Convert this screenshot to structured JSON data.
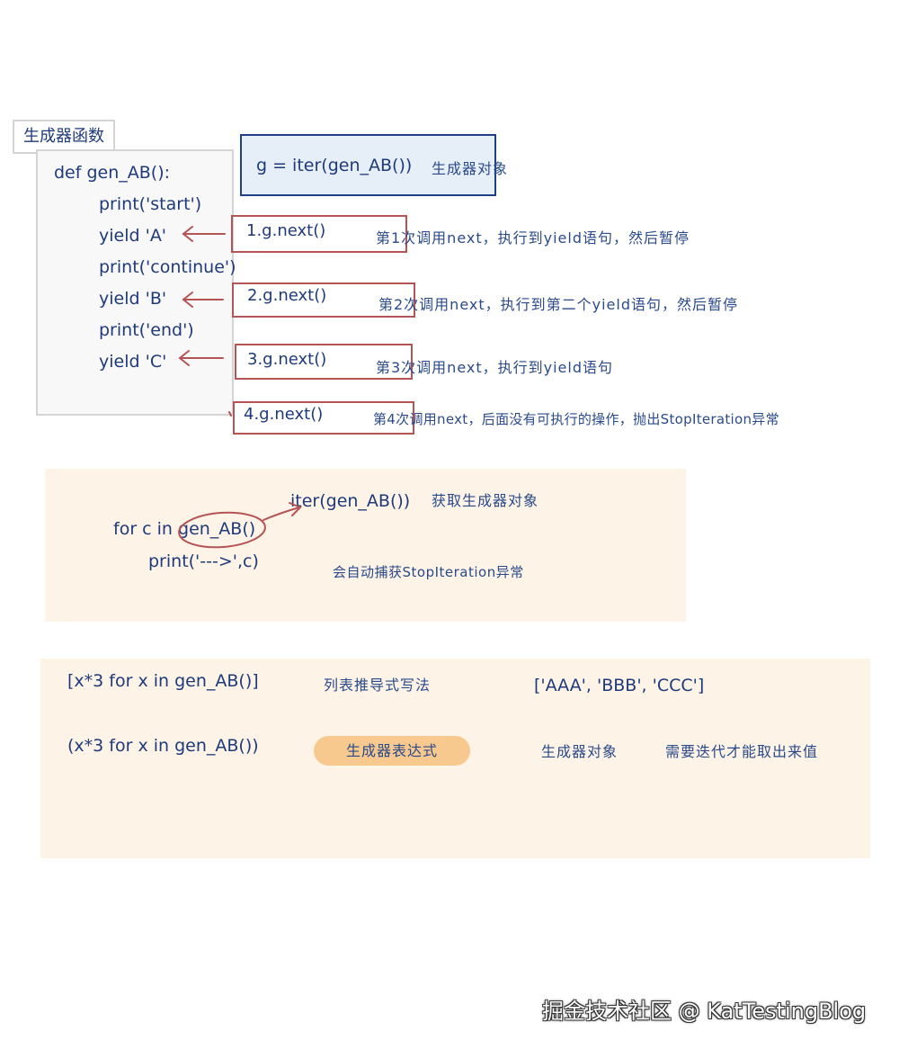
{
  "generator_label": "生成器函数",
  "code_lines": [
    "def gen_AB():",
    "print('start')",
    "yield 'A'",
    "print('continue')",
    "yield 'B'",
    "print('end')",
    "yield 'C'"
  ],
  "iter_expr": "g = iter(gen_AB())",
  "iter_note": "生成器对象",
  "calls": [
    {
      "label": "1.g.next()",
      "note": "第1次调用next，执行到yield语句，然后暂停"
    },
    {
      "label": "2.g.next()",
      "note": "第2次调用next，执行到第二个yield语句，然后暂停"
    },
    {
      "label": "3.g.next()",
      "note": "第3次调用next，执行到yield语句"
    },
    {
      "label": "4.g.next()",
      "note": "第4次调用next，后面没有可执行的操作，抛出StopIteration异常"
    }
  ],
  "for_loop": {
    "line1": "for c in gen_AB()",
    "line2": "print('--->',c)",
    "iter_expr": "iter(gen_AB())",
    "iter_note": "获取生成器对象",
    "auto_note": "会自动捕获StopIteration异常"
  },
  "comprehension": {
    "list_expr": "[x*3 for x in gen_AB()]",
    "list_note": "列表推导式写法",
    "list_result": "['AAA', 'BBB', 'CCC']",
    "gen_expr": "(x*3 for x in gen_AB())",
    "gen_pill": "生成器表达式",
    "gen_note": "生成器对象",
    "gen_note2": "需要迭代才能取出来值"
  },
  "watermark": "掘金技术社区 @ KatTestingBlog",
  "colors": {
    "code": "#1f3a7a",
    "call_border": "#b55454",
    "iter_border": "#1f3f87",
    "panel": "#fdf3e7",
    "pill": "#f8c98e"
  }
}
